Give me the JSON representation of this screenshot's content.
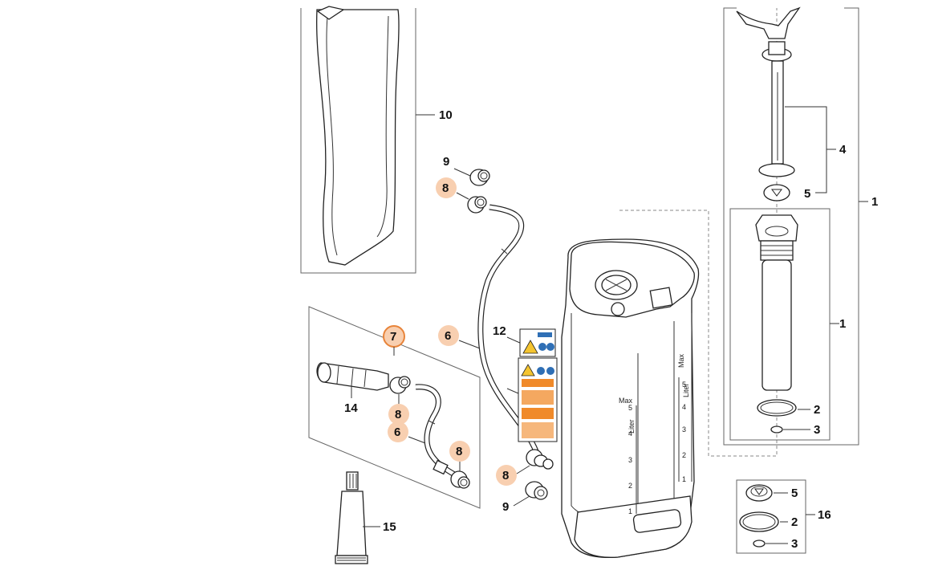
{
  "colors": {
    "highlight_fill": "#f8cfb0",
    "selected_ring": "#e8843a",
    "line": "#222222"
  },
  "callouts": {
    "c10": "10",
    "c9_top": "9",
    "c8_top": "8",
    "c4": "4",
    "c5_top": "5",
    "c1_outer": "1",
    "c1_inner": "1",
    "c2_inner": "2",
    "c3_inner": "3",
    "c7": "7",
    "c6_left": "6",
    "c12": "12",
    "c14": "14",
    "c8_kit_a": "8",
    "c6_kit": "6",
    "c8_kit_b": "8",
    "c8_bottom": "8",
    "c9_bottom": "9",
    "c15": "15",
    "c5_kit": "5",
    "c2_kit": "2",
    "c16": "16",
    "c3_kit": "3"
  },
  "tank_scale": {
    "front_max": "Max",
    "front_unit": "Liter",
    "front_ticks": [
      "5",
      "4",
      "3",
      "2",
      "1"
    ],
    "side_max": "Max",
    "side_unit": "Liter",
    "side_ticks": [
      "5",
      "4",
      "3",
      "2",
      "1"
    ]
  },
  "icons": [
    "warning-label-icon",
    "instruction-label-icon"
  ]
}
